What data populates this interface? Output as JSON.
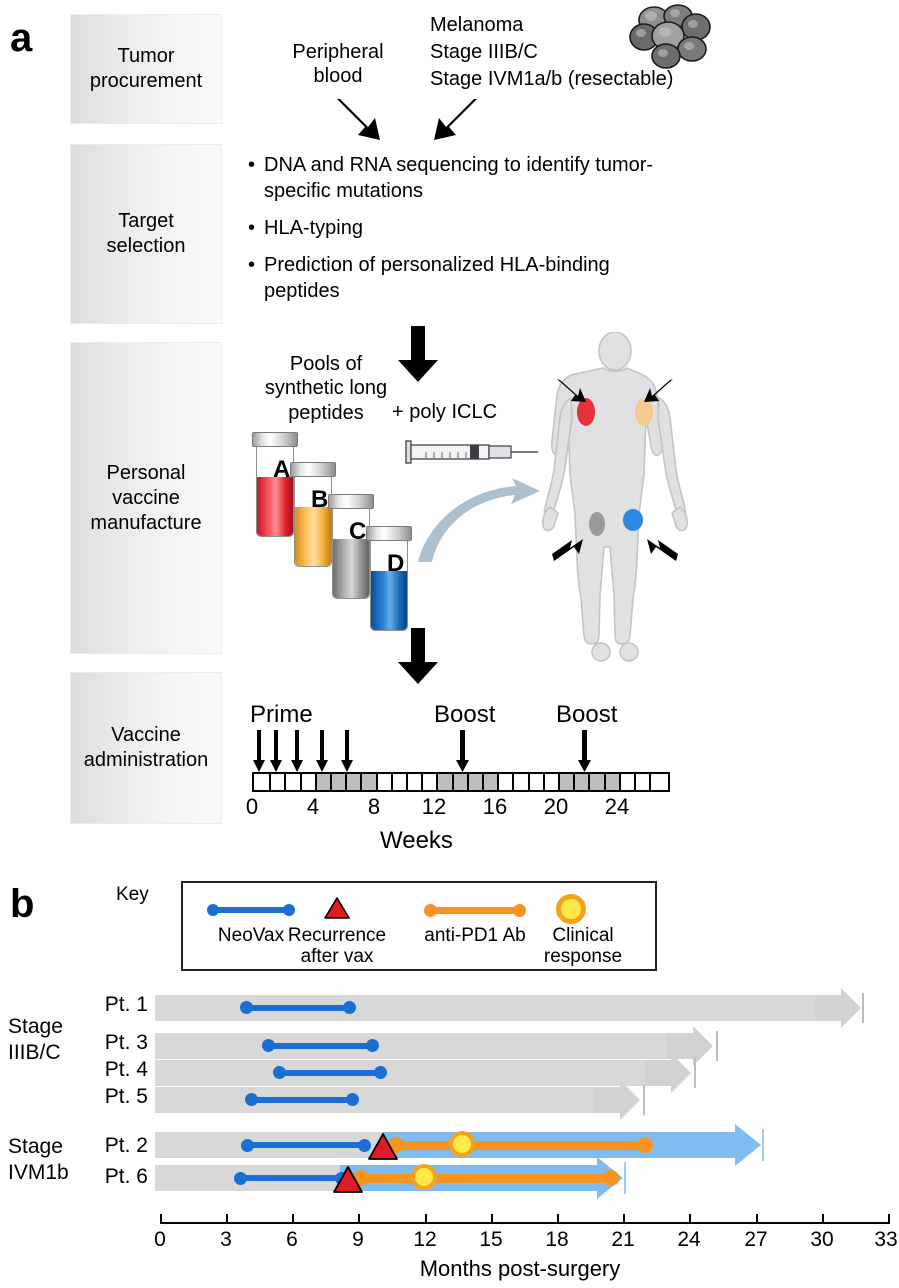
{
  "panels": {
    "a": "a",
    "b": "b"
  },
  "panel_a": {
    "stages": [
      {
        "id": "tumor-procurement",
        "label": "Tumor\nprocurement"
      },
      {
        "id": "target-selection",
        "label": "Target\nselection"
      },
      {
        "id": "personal-vaccine-manufacture",
        "label": "Personal\nvaccine\nmanufacture"
      },
      {
        "id": "vaccine-administration",
        "label": "Vaccine\nadministration"
      }
    ],
    "sources": {
      "peripheral_blood": "Peripheral\nblood",
      "tumor_line1": "Melanoma",
      "tumor_line2": "Stage IIIB/C",
      "tumor_line3": "Stage IVM1a/b (resectable)"
    },
    "target_bullets": [
      "DNA and RNA sequencing to identify tumor-specific mutations",
      "HLA-typing",
      "Prediction of personalized HLA-binding peptides"
    ],
    "manufacture": {
      "pools_label": "Pools of\nsynthetic long\npeptides",
      "adjuvant_label": "+ poly ICLC",
      "vials": [
        {
          "letter": "A",
          "color": "#e8303a"
        },
        {
          "letter": "B",
          "color": "#f3b34a"
        },
        {
          "letter": "C",
          "color": "#8e8e8e"
        },
        {
          "letter": "D",
          "color": "#1f6fc4"
        }
      ],
      "injection_sites": [
        {
          "name": "right-deltoid",
          "color": "#e8303a"
        },
        {
          "name": "left-deltoid",
          "color": "#f5c98f"
        },
        {
          "name": "right-thigh",
          "color": "#9a9a9a"
        },
        {
          "name": "left-thigh",
          "color": "#2f87e0"
        }
      ]
    },
    "administration": {
      "prime_label": "Prime",
      "boost_label_1": "Boost",
      "boost_label_2": "Boost",
      "axis_title": "Weeks",
      "tick_labels": [
        "0",
        "4",
        "8",
        "12",
        "16",
        "20",
        "24"
      ],
      "tick_values": [
        0,
        4,
        8,
        12,
        16,
        20,
        24
      ],
      "axis_max_weeks": 27,
      "prime_doses_weeks": [
        0,
        0.6,
        1.5,
        2.6,
        3.6
      ],
      "boost_doses_weeks": [
        12,
        20
      ]
    }
  },
  "panel_b": {
    "key_title": "Key",
    "key_items": [
      {
        "name": "neovax",
        "caption": "NeoVax",
        "glyph": "blue-line",
        "color": "#1a6fd4"
      },
      {
        "name": "recurrence",
        "caption": "Recurrence\nafter vax",
        "glyph": "red-triangle",
        "color": "#e01b24"
      },
      {
        "name": "anti-pd1",
        "caption": "anti-PD1 Ab",
        "glyph": "orange-line",
        "color": "#f79420"
      },
      {
        "name": "clinical-response",
        "caption": "Clinical\nresponse",
        "glyph": "yellow-circle",
        "color": "#ffe94a"
      }
    ],
    "groups": [
      {
        "name": "stage-iiib-c",
        "label": "Stage\nIIIB/C"
      },
      {
        "name": "stage-ivm1b",
        "label": "Stage\nIVM1b"
      }
    ],
    "axis": {
      "title": "Months post-surgery",
      "tick_labels": [
        "0",
        "3",
        "6",
        "9",
        "12",
        "15",
        "18",
        "21",
        "24",
        "27",
        "30",
        "33"
      ],
      "tick_values": [
        0,
        3,
        6,
        9,
        12,
        15,
        18,
        21,
        24,
        27,
        30,
        33
      ],
      "xmin": 0,
      "xmax": 33
    },
    "colors": {
      "lane": "#d8d8d8",
      "followup_arrow": "#d2d2d2",
      "ongoing_arrow": "#7fbdf0",
      "neovax": "#1a6fd4",
      "pd1": "#f79420",
      "recurrence": "#e01b24",
      "response_fill": "#ffe94a",
      "response_ring": "#f5a11a"
    }
  },
  "chart_data": {
    "type": "bar",
    "title": "NeoVax clinical course swimmer plot",
    "xlabel": "Months post-surgery",
    "ylabel": "",
    "xlim": [
      0,
      33
    ],
    "grid": false,
    "legend": "top",
    "categories": [
      "Pt. 1",
      "Pt. 3",
      "Pt. 4",
      "Pt. 5",
      "Pt. 2",
      "Pt. 6"
    ],
    "series": [
      {
        "name": "Follow-up duration (months)",
        "values": [
          32.0,
          25.3,
          24.3,
          22.0,
          26.0,
          20.6
        ]
      },
      {
        "name": "NeoVax start (months)",
        "values": [
          3.9,
          4.9,
          5.4,
          4.1,
          3.9,
          3.6
        ]
      },
      {
        "name": "NeoVax end (months)",
        "values": [
          8.6,
          9.6,
          10.0,
          8.7,
          9.2,
          8.5
        ]
      },
      {
        "name": "Recurrence after vax (months)",
        "values": [
          null,
          null,
          null,
          null,
          10.2,
          8.6
        ]
      },
      {
        "name": "anti-PD1 Ab start (months)",
        "values": [
          null,
          null,
          null,
          null,
          10.7,
          9.0
        ]
      },
      {
        "name": "anti-PD1 Ab end (months)",
        "values": [
          null,
          null,
          null,
          null,
          22.0,
          20.8
        ]
      },
      {
        "name": "Clinical response (months)",
        "values": [
          null,
          null,
          null,
          null,
          13.7,
          12.0
        ]
      }
    ],
    "rows": [
      {
        "patient": "Pt. 1",
        "group": "Stage IIIB/C",
        "followup_end": 32.0,
        "ongoing": false,
        "neovax": [
          3.9,
          8.6
        ],
        "recurrence": null,
        "pd1": null,
        "response": null
      },
      {
        "patient": "Pt. 3",
        "group": "Stage IIIB/C",
        "followup_end": 25.3,
        "ongoing": false,
        "neovax": [
          4.9,
          9.6
        ],
        "recurrence": null,
        "pd1": null,
        "response": null
      },
      {
        "patient": "Pt. 4",
        "group": "Stage IIIB/C",
        "followup_end": 24.3,
        "ongoing": false,
        "neovax": [
          5.4,
          10.0
        ],
        "recurrence": null,
        "pd1": null,
        "response": null
      },
      {
        "patient": "Pt. 5",
        "group": "Stage IIIB/C",
        "followup_end": 22.0,
        "ongoing": false,
        "neovax": [
          4.1,
          8.7
        ],
        "recurrence": null,
        "pd1": null,
        "response": null
      },
      {
        "patient": "Pt. 2",
        "group": "Stage IVM1b",
        "followup_end": 26.0,
        "ongoing": true,
        "neovax": [
          3.9,
          9.2
        ],
        "recurrence": 10.2,
        "pd1": [
          10.7,
          22.0
        ],
        "response": 13.7
      },
      {
        "patient": "Pt. 6",
        "group": "Stage IVM1b",
        "followup_end": 20.6,
        "ongoing": true,
        "neovax": [
          3.6,
          8.5
        ],
        "recurrence": 8.6,
        "pd1": [
          9.0,
          20.8
        ],
        "response": 12.0
      }
    ]
  }
}
